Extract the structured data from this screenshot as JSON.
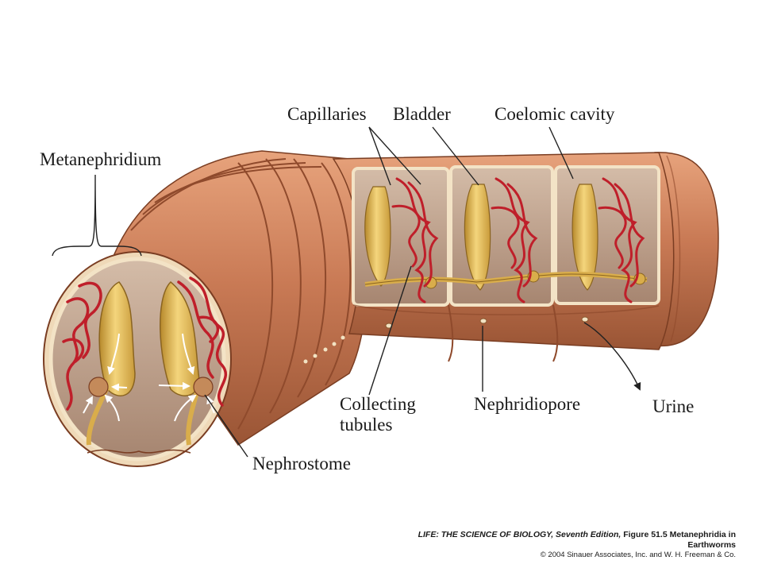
{
  "labels": {
    "metanephridium": "Metanephridium",
    "capillaries": "Capillaries",
    "bladder": "Bladder",
    "coelomic_cavity": "Coelomic cavity",
    "collecting_line1": "Collecting",
    "collecting_line2": "tubules",
    "nephridiopore": "Nephridiopore",
    "urine": "Urine",
    "nephrostome": "Nephrostome"
  },
  "credit": {
    "book": "LIFE: THE SCIENCE OF BIOLOGY, Seventh Edition,",
    "figure": "Figure 51.5 Metanephridia in Earthworms",
    "copyright": "© 2004 Sinauer Associates, Inc. and W. H. Freeman & Co."
  },
  "colors": {
    "worm_skin": "#c97a55",
    "worm_dark": "#8f4a2c",
    "coelom_fill": "#b79886",
    "nephridium": "#e6bf55",
    "capillary": "#bf1f2a"
  }
}
